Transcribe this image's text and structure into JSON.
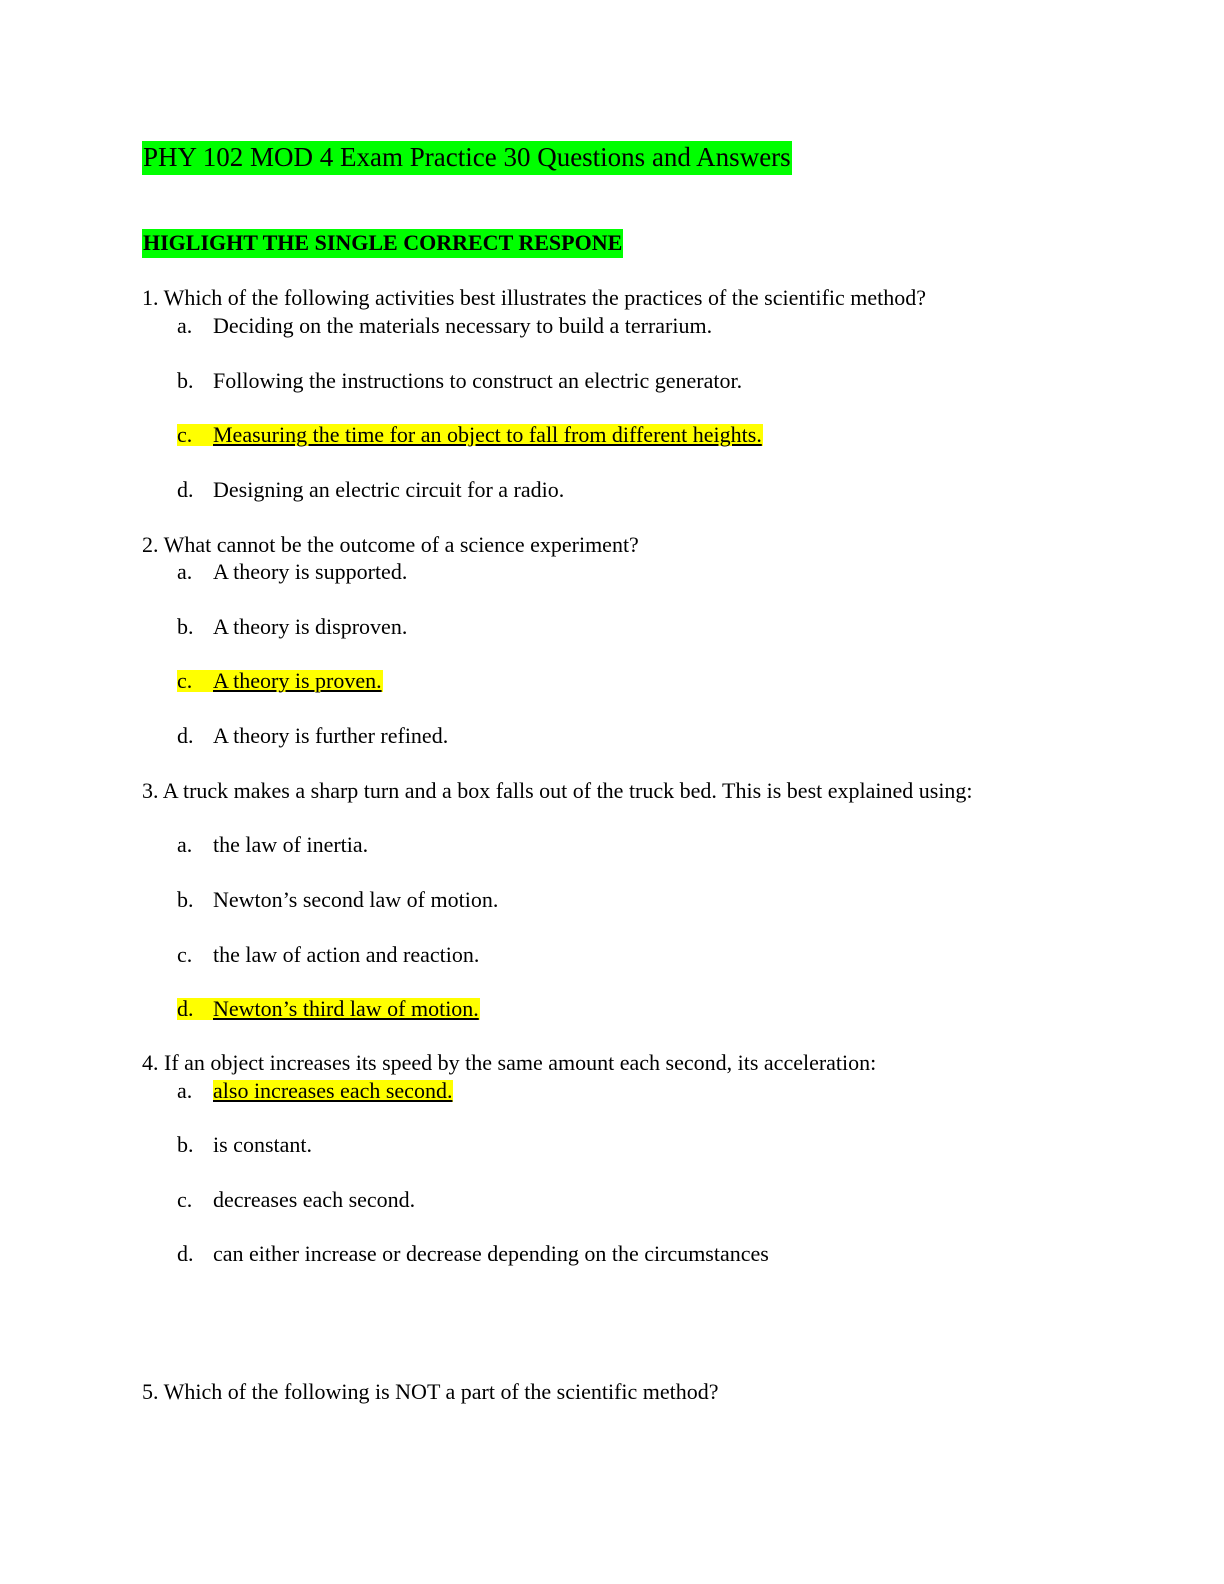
{
  "document": {
    "title": "PHY 102 MOD 4 Exam Practice 30 Questions and Answers",
    "instruction": "HIGLIGHT THE SINGLE CORRECT RESPONE",
    "highlight_colors": {
      "title": "#00ff00",
      "answer": "#ffff00"
    }
  },
  "questions": [
    {
      "text": "1. Which of the following activities best illustrates the practices of the scientific method?",
      "options": [
        {
          "letter": "a.",
          "text": "Deciding on the materials necessary to build a terrarium.",
          "highlighted": false
        },
        {
          "letter": "b.",
          "text": "Following the instructions to construct an electric generator.",
          "highlighted": false
        },
        {
          "letter": "c.",
          "text": "Measuring the time for an object to fall from different heights.",
          "highlighted": true
        },
        {
          "letter": "d.",
          "text": "Designing an electric circuit for a radio.",
          "highlighted": false
        }
      ]
    },
    {
      "text": "2. What cannot be the outcome of a science experiment?",
      "options": [
        {
          "letter": "a.",
          "text": "A theory is supported.",
          "highlighted": false
        },
        {
          "letter": "b.",
          "text": "A theory is disproven.",
          "highlighted": false
        },
        {
          "letter": "c.",
          "text": "A theory is proven.",
          "highlighted": true
        },
        {
          "letter": "d.",
          "text": "A theory is further refined.",
          "highlighted": false
        }
      ]
    },
    {
      "text": "3. A truck makes a sharp turn and a box falls out of the truck bed. This is best explained using:",
      "options": [
        {
          "letter": "a.",
          "text": "the law of inertia.",
          "highlighted": false
        },
        {
          "letter": "b.",
          "text": "Newton’s second law of motion.",
          "highlighted": false
        },
        {
          "letter": "c.",
          "text": "the law of action and reaction.",
          "highlighted": false
        },
        {
          "letter": "d.",
          "text": "Newton’s third law of motion.",
          "highlighted": true
        }
      ]
    },
    {
      "text": "4. If an object increases its speed by the same amount each second, its acceleration:",
      "options": [
        {
          "letter": "a.",
          "text": "also increases each second.",
          "highlighted": "text-only"
        },
        {
          "letter": "b.",
          "text": "is constant.",
          "highlighted": false
        },
        {
          "letter": "c.",
          "text": "decreases each second.",
          "highlighted": false
        },
        {
          "letter": "d.",
          "text": "can either increase or decrease depending on the circumstances",
          "highlighted": false
        }
      ]
    },
    {
      "text": "5.  Which of the following is NOT a part of the scientific method?",
      "options": []
    }
  ]
}
